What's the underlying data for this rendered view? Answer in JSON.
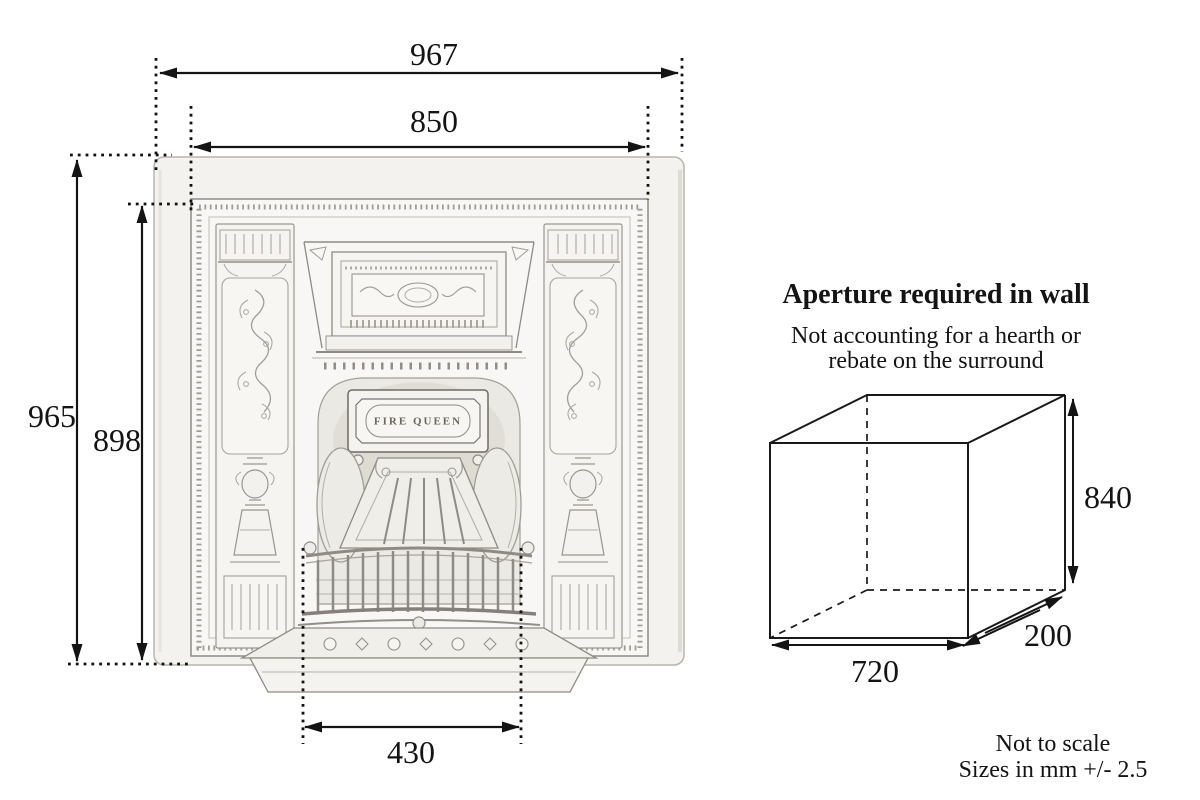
{
  "fireplace": {
    "plaque": "FIRE QUEEN",
    "dims": {
      "overall_width": "967",
      "inner_width": "850",
      "overall_height": "965",
      "inner_height": "898",
      "grate_width": "430"
    }
  },
  "aperture": {
    "title": "Aperture required in wall",
    "note_line1": "Not accounting for a hearth or",
    "note_line2": "rebate on the surround",
    "dims": {
      "height": "840",
      "depth": "200",
      "width": "720"
    }
  },
  "footer": {
    "line1": "Not to scale",
    "line2": "Sizes in mm +/- 2.5"
  },
  "colors": {
    "background": "#ffffff",
    "dimension_lines": "#141414",
    "sketch_stroke": "#9b978f"
  }
}
